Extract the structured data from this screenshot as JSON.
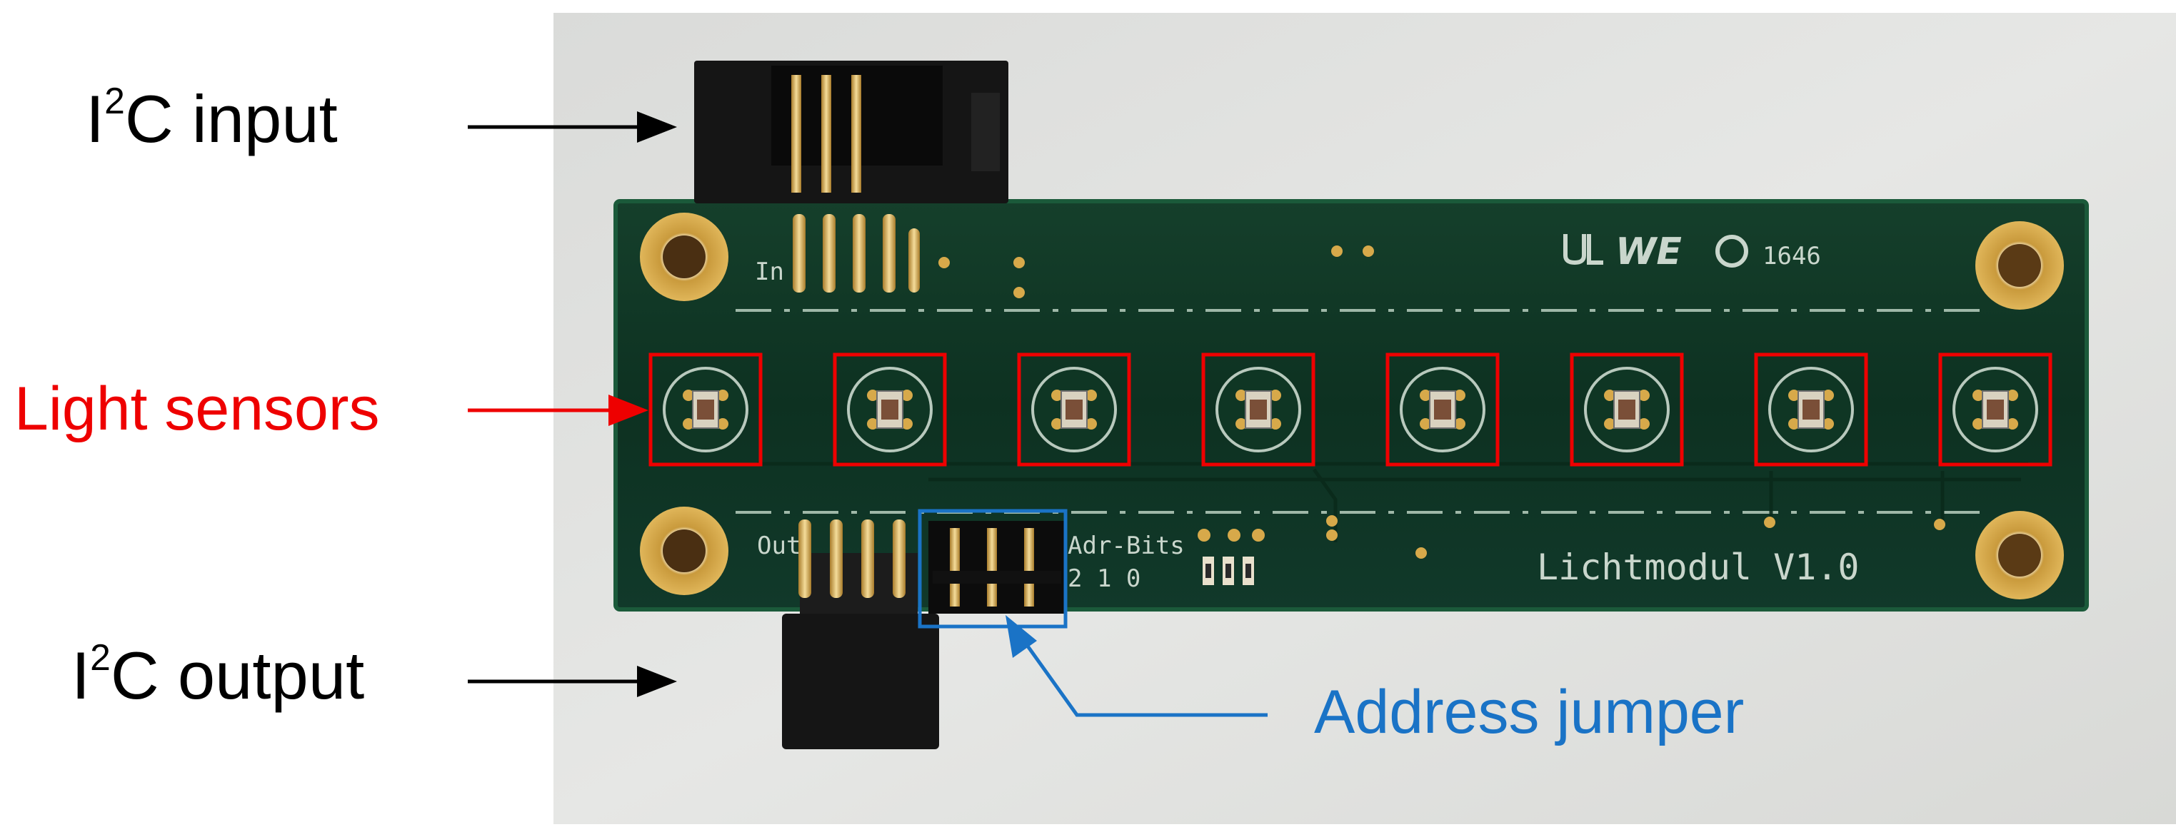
{
  "annotations": {
    "i2c_input": {
      "prefix": "I",
      "superscript": "2",
      "suffix": "C input",
      "color": "#000000"
    },
    "i2c_output": {
      "prefix": "I",
      "superscript": "2",
      "suffix": "C output",
      "color": "#000000"
    },
    "light_sensors": {
      "text": "Light sensors",
      "color": "#ee0000"
    },
    "address_jumper": {
      "text": "Address jumper",
      "color": "#1a73c6"
    }
  },
  "board": {
    "silkscreen_in": "In",
    "silkscreen_out": "Out",
    "silkscreen_adr_bits": "Adr-Bits",
    "silkscreen_bit_numbers": "2 1 0",
    "silkscreen_model": "Lichtmodul V1.0",
    "silkscreen_logo": "WE",
    "silkscreen_code": "1646",
    "sensor_count": 8,
    "colors": {
      "pcb": "#0e3524",
      "pcb_edge": "#14472f",
      "gold": "#d7a94a",
      "background": "#e2e3e1",
      "highlight_red": "#ee0000",
      "highlight_blue": "#1a73c6"
    }
  }
}
